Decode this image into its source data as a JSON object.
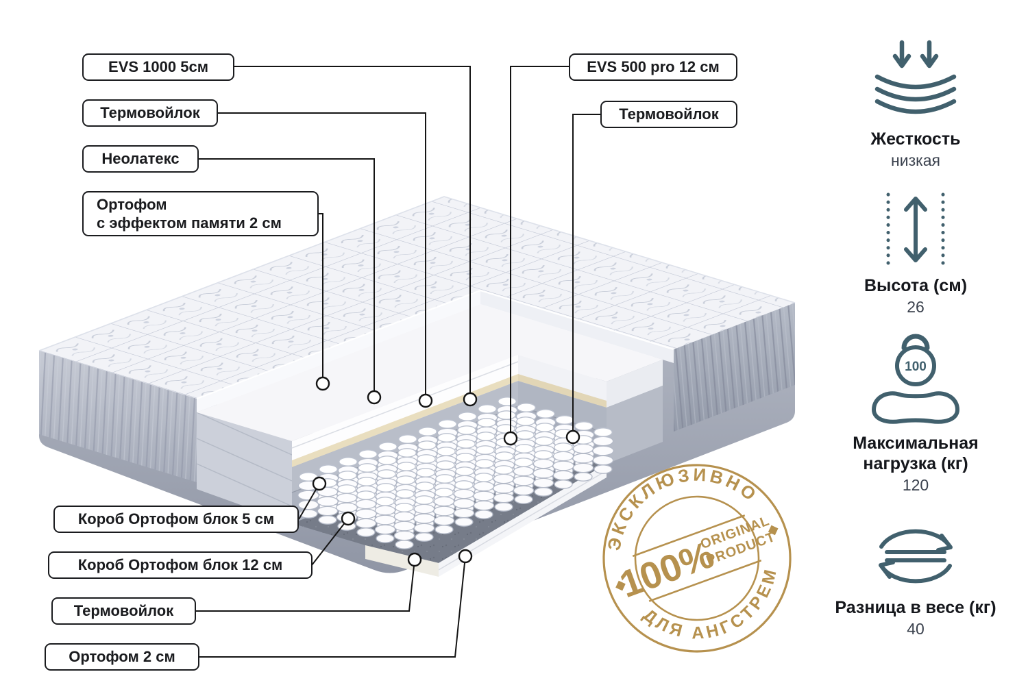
{
  "labels": {
    "evs1000": "EVS 1000 5см",
    "thermo_felt_1": "Термовойлок",
    "neolatex": "Неолатекс",
    "ortho_memory_1": "Ортофом",
    "ortho_memory_2": "с эффектом памяти 2 см",
    "box5": "Короб Ортофом блок 5 см",
    "box12": "Короб Ортофом блок 12 см",
    "thermo_felt_2": "Термовойлок",
    "ortho2": "Ортофом 2 см",
    "evs500": "EVS 500 pro 12 см",
    "thermo_felt_3": "Термовойлок"
  },
  "specs": [
    {
      "icon": "firmness-icon",
      "title": "Жесткость",
      "value": "низкая"
    },
    {
      "icon": "height-icon",
      "title": "Высота (см)",
      "value": "26"
    },
    {
      "icon": "max-load-icon",
      "title": "Максимальная",
      "title2": "нагрузка (кг)",
      "value": "120",
      "icon_value": "100"
    },
    {
      "icon": "weight-diff-icon",
      "title": "Разница в весе (кг)",
      "value": "40"
    }
  ],
  "stamp": {
    "arc_top": "ЭКСКЛЮЗИВНО",
    "percent": "100%",
    "line1": "ORIGINAL",
    "line2": "PRODUCT",
    "arc_bottom": "ДЛЯ АНГСТРЕМ",
    "color": "#b6914e"
  },
  "colors": {
    "spec_icon_accent": "#41606d",
    "callout_line": "#141414",
    "mattress_side": "#a6acba",
    "felt_floor": "#767c89"
  }
}
